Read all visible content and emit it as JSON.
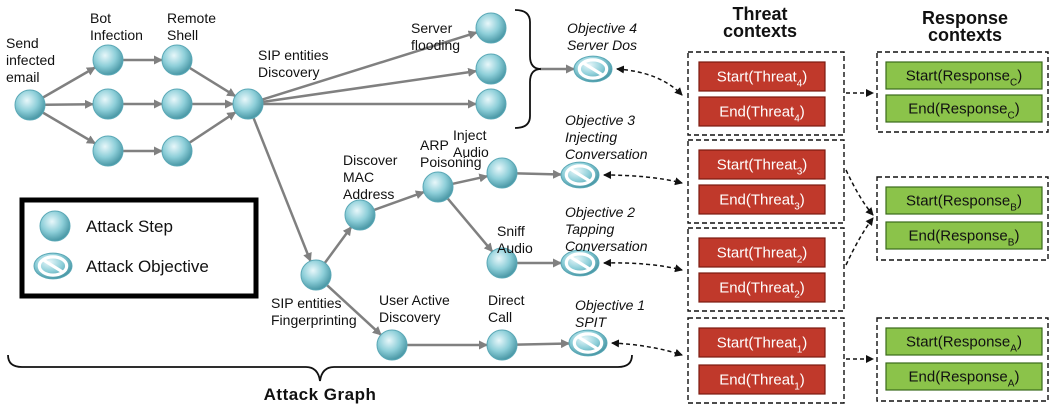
{
  "colors": {
    "node_fill": "#8ecfd9",
    "node_stroke": "#5aa8b6",
    "arrow": "#808080",
    "threat_box": "#c0392b",
    "response_box": "#8bc34a"
  },
  "title": "Attack Graph",
  "step_labels": [
    [
      "Send",
      "infected",
      "email"
    ],
    [
      "Bot",
      "Infection"
    ],
    [
      "Remote",
      "Shell"
    ],
    [
      "SIP entities",
      "Discovery"
    ],
    [
      "Server",
      "flooding"
    ],
    [
      "Discover",
      "MAC",
      "Address"
    ],
    [
      "ARP",
      "Poisoning"
    ],
    [
      "Inject",
      "Audio"
    ],
    [
      "Sniff",
      "Audio"
    ],
    [
      "SIP entities",
      "Fingerprinting"
    ],
    [
      "User Active",
      "Discovery"
    ],
    [
      "Direct",
      "Call"
    ]
  ],
  "objectives": [
    [
      "Objective 4",
      "Server Dos"
    ],
    [
      "Objective 3",
      "Injecting",
      "Conversation"
    ],
    [
      "Objective 2",
      "Tapping",
      "Conversation"
    ],
    [
      "Objective 1",
      "SPIT"
    ]
  ],
  "legend": {
    "step": "Attack Step",
    "objective": "Attack Objective"
  },
  "headers": {
    "threat": [
      "Threat",
      "contexts"
    ],
    "response": [
      "Response",
      "contexts"
    ]
  },
  "threat_boxes": [
    {
      "text": "Start(Threat",
      "sub": "4",
      "close": ")"
    },
    {
      "text": "End(Threat",
      "sub": "4",
      "close": ")"
    },
    {
      "text": "Start(Threat",
      "sub": "3",
      "close": ")"
    },
    {
      "text": "End(Threat",
      "sub": "3",
      "close": ")"
    },
    {
      "text": "Start(Threat",
      "sub": "2",
      "close": ")"
    },
    {
      "text": "End(Threat",
      "sub": "2",
      "close": ")"
    },
    {
      "text": "Start(Threat",
      "sub": "1",
      "close": ")"
    },
    {
      "text": "End(Threat",
      "sub": "1",
      "close": ")"
    }
  ],
  "response_boxes": [
    {
      "text": "Start(Response",
      "sub": "C",
      "close": ")"
    },
    {
      "text": "End(Response",
      "sub": "C",
      "close": ")"
    },
    {
      "text": "Start(Response",
      "sub": "B",
      "close": ")"
    },
    {
      "text": "End(Response",
      "sub": "B",
      "close": ")"
    },
    {
      "text": "Start(Response",
      "sub": "A",
      "close": ")"
    },
    {
      "text": "End(Response",
      "sub": "A",
      "close": ")"
    }
  ]
}
